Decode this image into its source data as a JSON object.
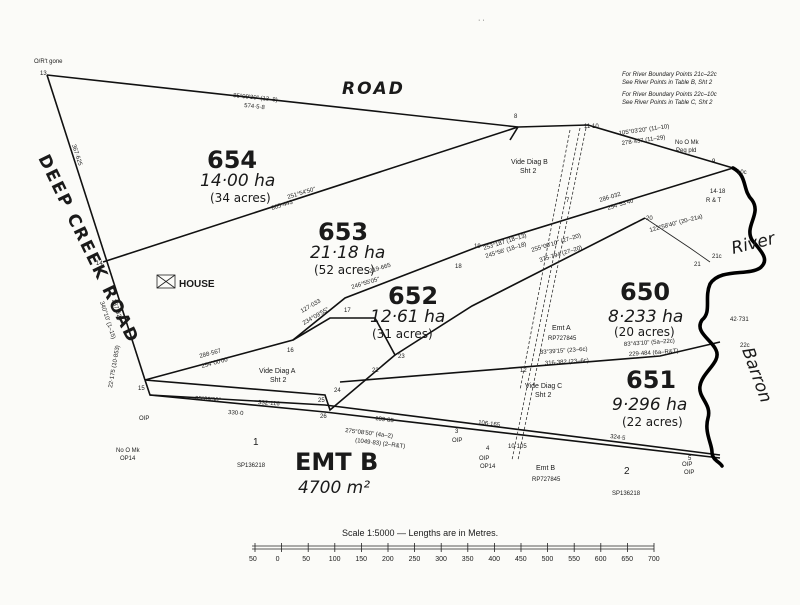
{
  "top_mark": "· ·",
  "corner_note": "O/R't gone",
  "roads": {
    "road": "ROAD",
    "deep_creek": "DEEP CREEK ROAD"
  },
  "notes": [
    "For River Boundary Points 21c–22c",
    "See River Points in Table B, Sht 2",
    "For River Boundary Points 22c–10c",
    "See River Points in Table C, Sht 2"
  ],
  "lots": [
    {
      "id": "654",
      "area": "14·00 ha",
      "acres": "(34 acres)"
    },
    {
      "id": "653",
      "area": "21·18 ha",
      "acres": "(52 acres)"
    },
    {
      "id": "652",
      "area": "12·61 ha",
      "acres": "(31 acres)"
    },
    {
      "id": "650",
      "area": "8·233 ha",
      "acres": "(20 acres)"
    },
    {
      "id": "651",
      "area": "9·296 ha",
      "acres": "(22 acres)"
    }
  ],
  "easement": {
    "name": "EMT B",
    "area": "4700 m²"
  },
  "house_label": "HOUSE",
  "river_label": "River",
  "barron_label": "Barron",
  "vide": [
    {
      "line1": "Vide Diag B",
      "line2": "Sht 2"
    },
    {
      "line1": "Vide Diag A",
      "line2": "Sht 2"
    },
    {
      "line1": "Vide Diag C",
      "line2": "Sht 2"
    }
  ],
  "easements_small": [
    {
      "name": "Emt A",
      "plan": "RP727845"
    },
    {
      "name": "Emt B",
      "plan": "RP727845"
    }
  ],
  "plan_refs": [
    "SP136218",
    "SP136218"
  ],
  "neighbour_lots": [
    "1",
    "2"
  ],
  "peg_notes": [
    "No O Mk",
    "Peg pld",
    "R & T",
    "No O Mk",
    "OP14",
    "OIP",
    "OIP",
    "OIP",
    "OP14",
    "OIP",
    "OIP"
  ],
  "stations": [
    "13",
    "8",
    "11",
    "10",
    "9",
    "10c",
    "14",
    "20",
    "21c",
    "7",
    "19",
    "18",
    "17",
    "16",
    "15",
    "23",
    "24",
    "26",
    "25",
    "22",
    "3",
    "4",
    "5",
    "22c",
    "21",
    "12"
  ],
  "bearings": [
    "85°09'30\" (13–8)",
    "574·5·8",
    "105°03'20\" (11–10)",
    "278·437 (11–29)",
    "251°54'50\"",
    "805·443",
    "253°187 (18–13)",
    "245°56' (18–18)",
    "286·032",
    "254°53'40\"",
    "219·665",
    "246°55'05\"",
    "127·033",
    "234°09'55\"",
    "255°00'10\" (27–20)",
    "375·794 (27–20)",
    "122°58'40\" (20–21a)",
    "83°39'15\" (23–6c)",
    "316·382 (23–6c)",
    "83°43'10\" (5a–22c)",
    "229·484 (6a–R&T)",
    "288·567",
    "254°00'00\"",
    "85°09'50\"",
    "330·0",
    "332·116",
    "275°08'50\" (4a–2)",
    "(1049·83) (2–R&T)",
    "189·85",
    "106·165",
    "324·5",
    "10·105",
    "367·625",
    "237·324",
    "340°10' (1–15)",
    "22·175 (10·853)",
    "42·731",
    "14·18"
  ],
  "scale": {
    "title": "Scale 1:5000 — Lengths are in Metres.",
    "ticks": [
      "50",
      "0",
      "50",
      "100",
      "150",
      "200",
      "250",
      "300",
      "350",
      "400",
      "450",
      "500",
      "550",
      "600",
      "650",
      "700"
    ]
  }
}
